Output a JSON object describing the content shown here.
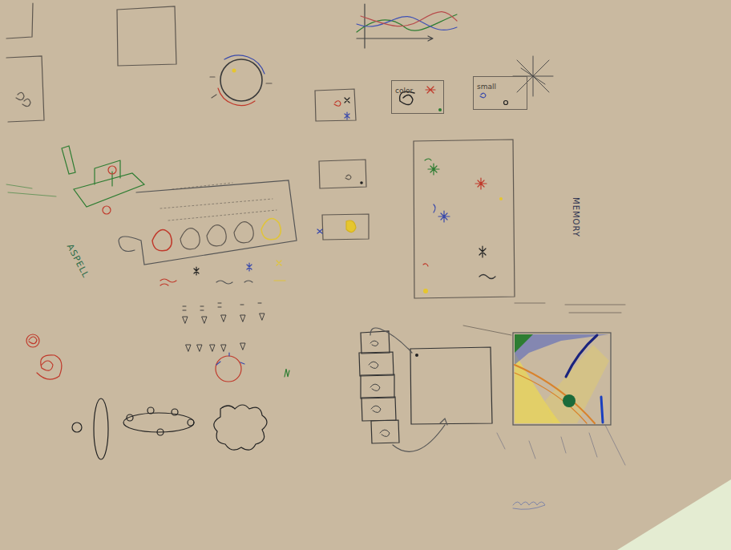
{
  "diagram": {
    "nodes": [
      {
        "text": [
          "color"
        ]
      },
      {
        "text": [
          "small"
        ]
      }
    ],
    "labels": [
      "MEMORY",
      "ASPELL"
    ]
  }
}
